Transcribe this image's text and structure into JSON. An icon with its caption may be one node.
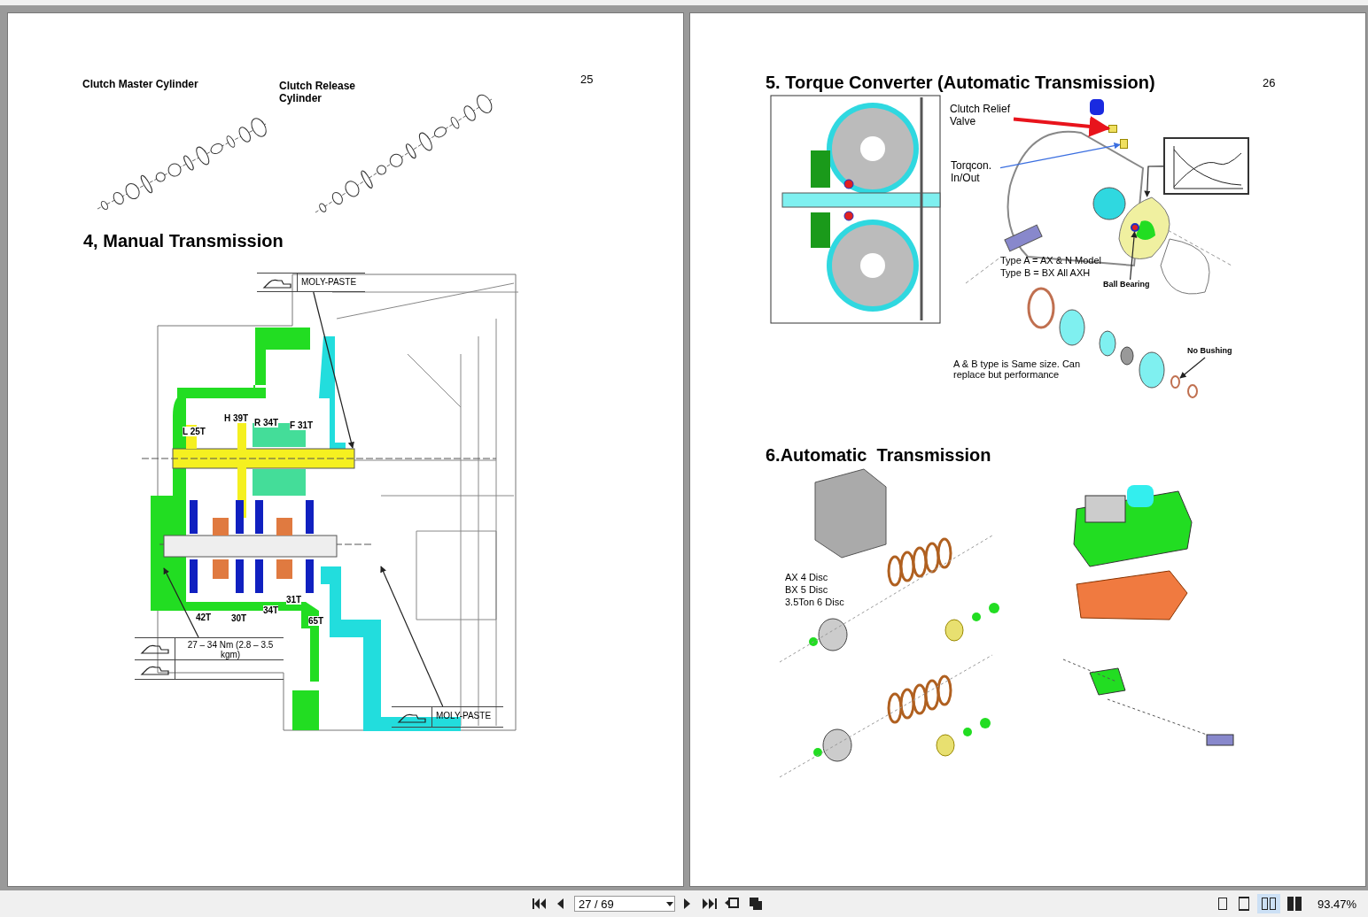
{
  "diagram": {
    "nodes": [
      {
        "text": [
          "MOLY-PASTE"
        ]
      },
      {
        "text": [
          "27 – 34 Nm (2.8 – 3.5 kgm)"
        ]
      },
      {
        "text": [
          "MOLY-PASTE"
        ]
      },
      {
        "text": [
          "Clutch Relief Valve"
        ]
      },
      {
        "text": [
          "Torqcon. In/Out"
        ]
      },
      {
        "text": [],
        "shape": "picture"
      },
      {
        "text": [
          "Ball Bearing"
        ]
      },
      {
        "text": [
          "No Bushing"
        ]
      },
      {
        "text": [],
        "shape": "box"
      },
      {
        "text": [],
        "shape": "box"
      },
      {
        "text": [],
        "shape": "picture"
      },
      {
        "text": [],
        "shape": "circle",
        "in": 10
      },
      {
        "text": [],
        "shape": "circle"
      }
    ],
    "edges": [
      {
        "from": 0,
        "to": null,
        "arrow": "to"
      },
      {
        "from": 1,
        "to": null,
        "arrow": "to"
      },
      {
        "from": 2,
        "to": null,
        "arrow": "to"
      },
      {
        "from": 3,
        "to": 8,
        "arrow": "to",
        "style": "thick",
        "color": "#e8141c"
      },
      {
        "from": 4,
        "to": 9,
        "arrow": "to",
        "color": "#3a6ee0"
      },
      {
        "from": 5,
        "to": 10,
        "arrow": "to"
      },
      {
        "from": 6,
        "to": 11,
        "arrow": "to"
      },
      {
        "from": 7,
        "to": 12,
        "arrow": "to"
      }
    ],
    "labels": [
      "25",
      "Clutch Master Cylinder",
      "Clutch Release Cylinder",
      "4, Manual Transmission",
      "L 25T",
      "H 39T",
      "R 34T",
      "F 31T",
      "31T",
      "42T",
      "30T",
      "34T",
      "65T",
      "5. Torque Converter (Automatic Transmission)",
      "26",
      "Type A = AX & N Model",
      "Type B = BX All AXH",
      "A & B type is Same size. Can replace but performance",
      "6.Automatic  Transmission",
      "AX 4 Disc",
      "BX 5 Disc",
      "3.5Ton 6 Disc",
      "27 / 69",
      "93.47%"
    ]
  }
}
